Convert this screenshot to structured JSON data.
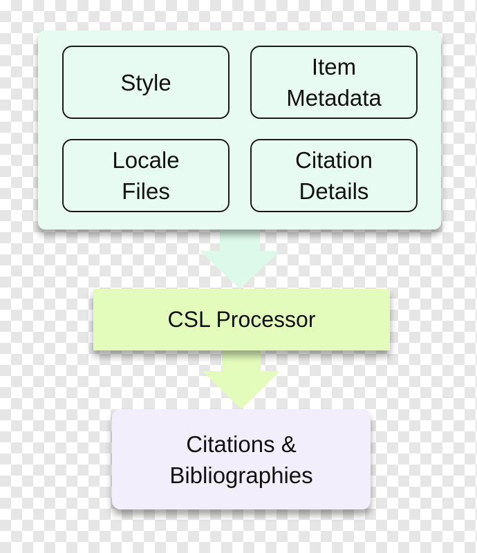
{
  "diagram": {
    "inputs": {
      "style": "Style",
      "item_metadata": "Item\nMetadata",
      "locale_files": "Locale\nFiles",
      "citation_details": "Citation\nDetails"
    },
    "processor": "CSL Processor",
    "output": "Citations &\nBibliographies"
  },
  "colors": {
    "input_panel": "#e8fbf3",
    "arrow_1": "#ddf9ea",
    "processor": "#e3fcbc",
    "arrow_2": "#e3fcbc",
    "output": "#f3eefc"
  }
}
